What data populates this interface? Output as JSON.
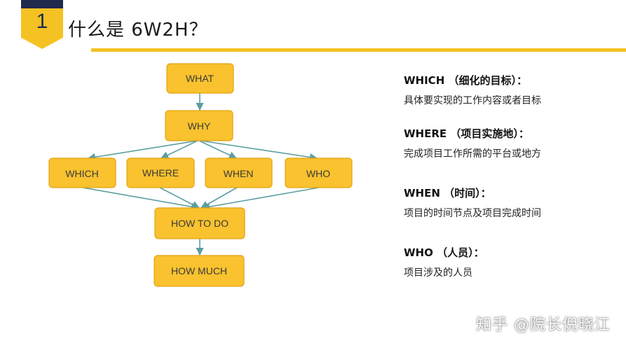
{
  "header": {
    "section_number": "1",
    "title": "什么是 6W2H？"
  },
  "colors": {
    "accent": "#f5c224",
    "node_fill": "#f9c22e",
    "edge": "#5b9ea1",
    "navy": "#1f2a4d"
  },
  "diagram": {
    "nodes": {
      "what": "WHAT",
      "why": "WHY",
      "which": "WHICH",
      "where": "WHERE",
      "when": "WHEN",
      "who": "WHO",
      "how_to_do": "HOW TO DO",
      "how_much": "HOW MUCH"
    }
  },
  "definitions": [
    {
      "term": "WHICH （细化的目标）：",
      "desc": "具体要实现的工作内容或者目标"
    },
    {
      "term": "WHERE （项目实施地）：",
      "desc": "完成项目工作所需的平台或地方"
    },
    {
      "term": "WHEN （时间）：",
      "desc": "项目的时间节点及项目完成时间"
    },
    {
      "term": "WHO （人员）：",
      "desc": "项目涉及的人员"
    }
  ],
  "watermark": "知乎 @院长倪晓江"
}
